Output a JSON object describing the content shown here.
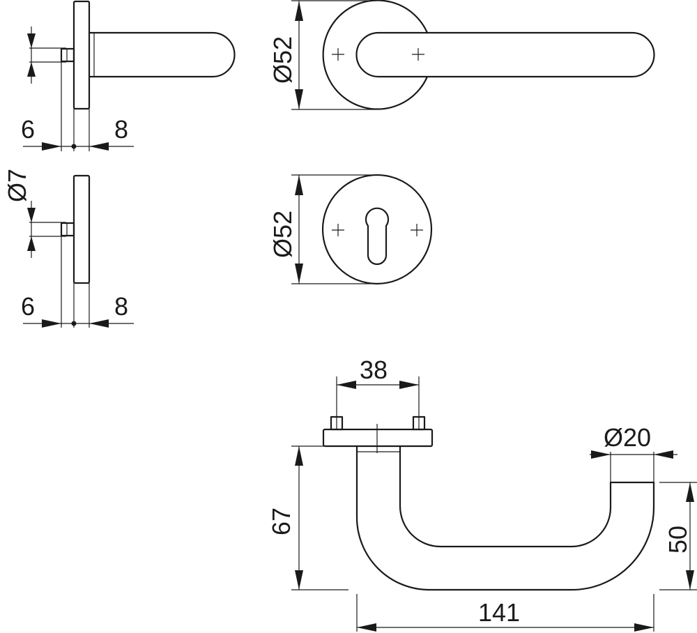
{
  "colors": {
    "line": "#1a1a1a",
    "background": "#ffffff"
  },
  "dimensions": {
    "rose_side_top_left": "6",
    "rose_side_top_right": "8",
    "rose_side_bottom_left": "6",
    "rose_side_bottom_right": "8",
    "pin_diameter": "Ø7",
    "handle_rose_diameter": "Ø52",
    "key_rose_diameter": "Ø52",
    "rose_screw_spacing": "38",
    "lever_diameter": "Ø20",
    "lever_height": "67",
    "lever_projection": "50",
    "lever_length": "141"
  }
}
